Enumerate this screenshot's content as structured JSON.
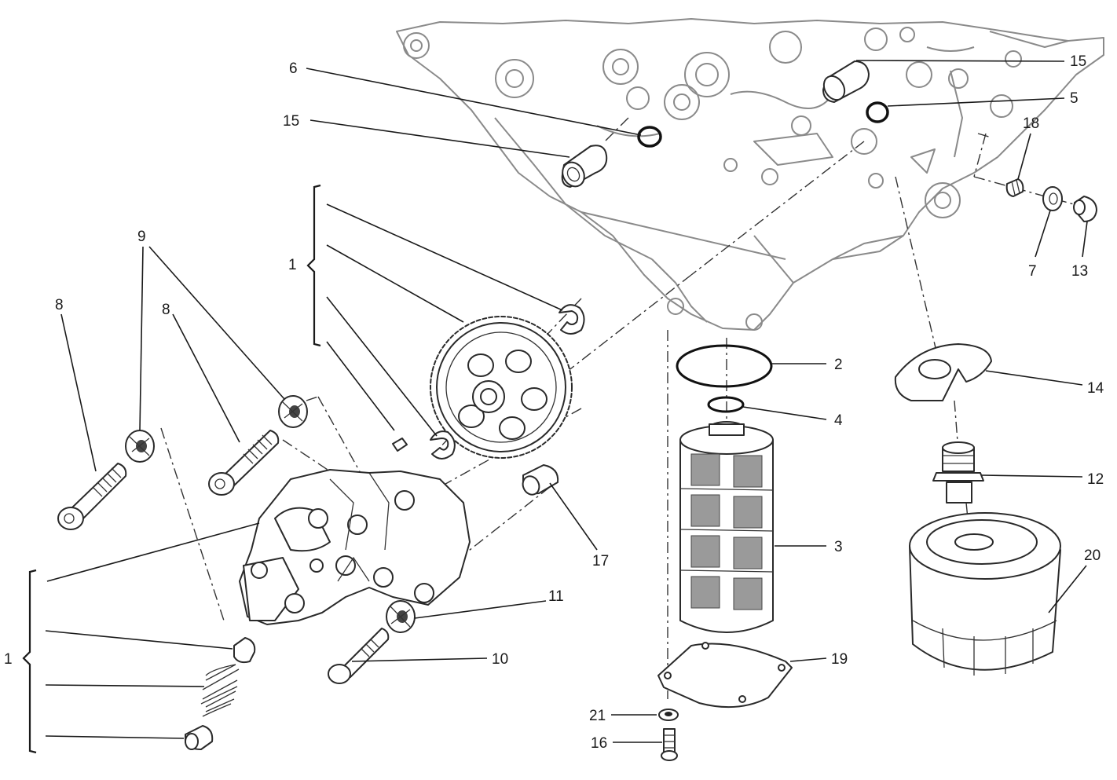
{
  "diagram": {
    "callouts": {
      "c1_top": "1",
      "c1_bottom": "1",
      "c2": "2",
      "c3": "3",
      "c4": "4",
      "c5": "5",
      "c6": "6",
      "c7": "7",
      "c8_left": "8",
      "c8_mid": "8",
      "c9": "9",
      "c10": "10",
      "c11": "11",
      "c12": "12",
      "c13": "13",
      "c14": "14",
      "c15_left": "15",
      "c15_right": "15",
      "c16": "16",
      "c17": "17",
      "c18": "18",
      "c19": "19",
      "c20": "20",
      "c21": "21"
    }
  }
}
